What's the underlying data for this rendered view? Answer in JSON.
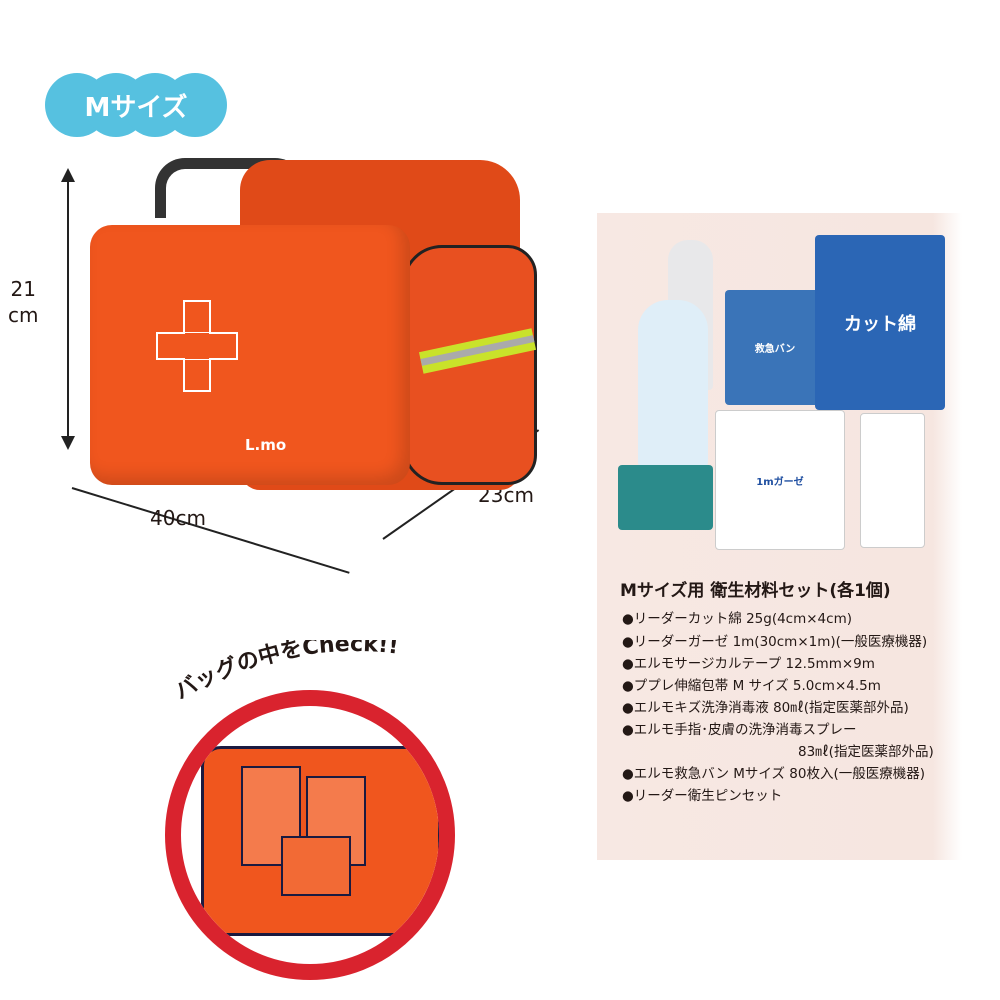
{
  "badge": {
    "label": "Mサイズ",
    "color": "#56c1e0"
  },
  "dimensions": {
    "height": "21\ncm",
    "width": "40cm",
    "depth": "23cm"
  },
  "bag": {
    "color": "#f0561e",
    "logo": "L.mo"
  },
  "check_caption": "バッグの中をCheck!!",
  "products": {
    "gauze": "1mガーゼ",
    "cotton": "カット綿",
    "bandage": "救急バン"
  },
  "set": {
    "title": "Mサイズ用 衛生材料セット(各1個)",
    "items": [
      "●リーダーカット綿 25g(4cm×4cm)",
      "●リーダーガーゼ 1m(30cm×1m)(一般医療機器)",
      "●エルモサージカルテープ 12.5mm×9m",
      "●ププレ伸縮包帯 M サイズ 5.0cm×4.5m",
      "●エルモキズ洗浄消毒液 80㎖(指定医薬部外品)",
      "●エルモ手指･皮膚の洗浄消毒スプレー",
      "83㎖(指定医薬部外品)",
      "●エルモ救急バン Mサイズ 80枚入(一般医療機器)",
      "●リーダー衛生ピンセット"
    ]
  }
}
